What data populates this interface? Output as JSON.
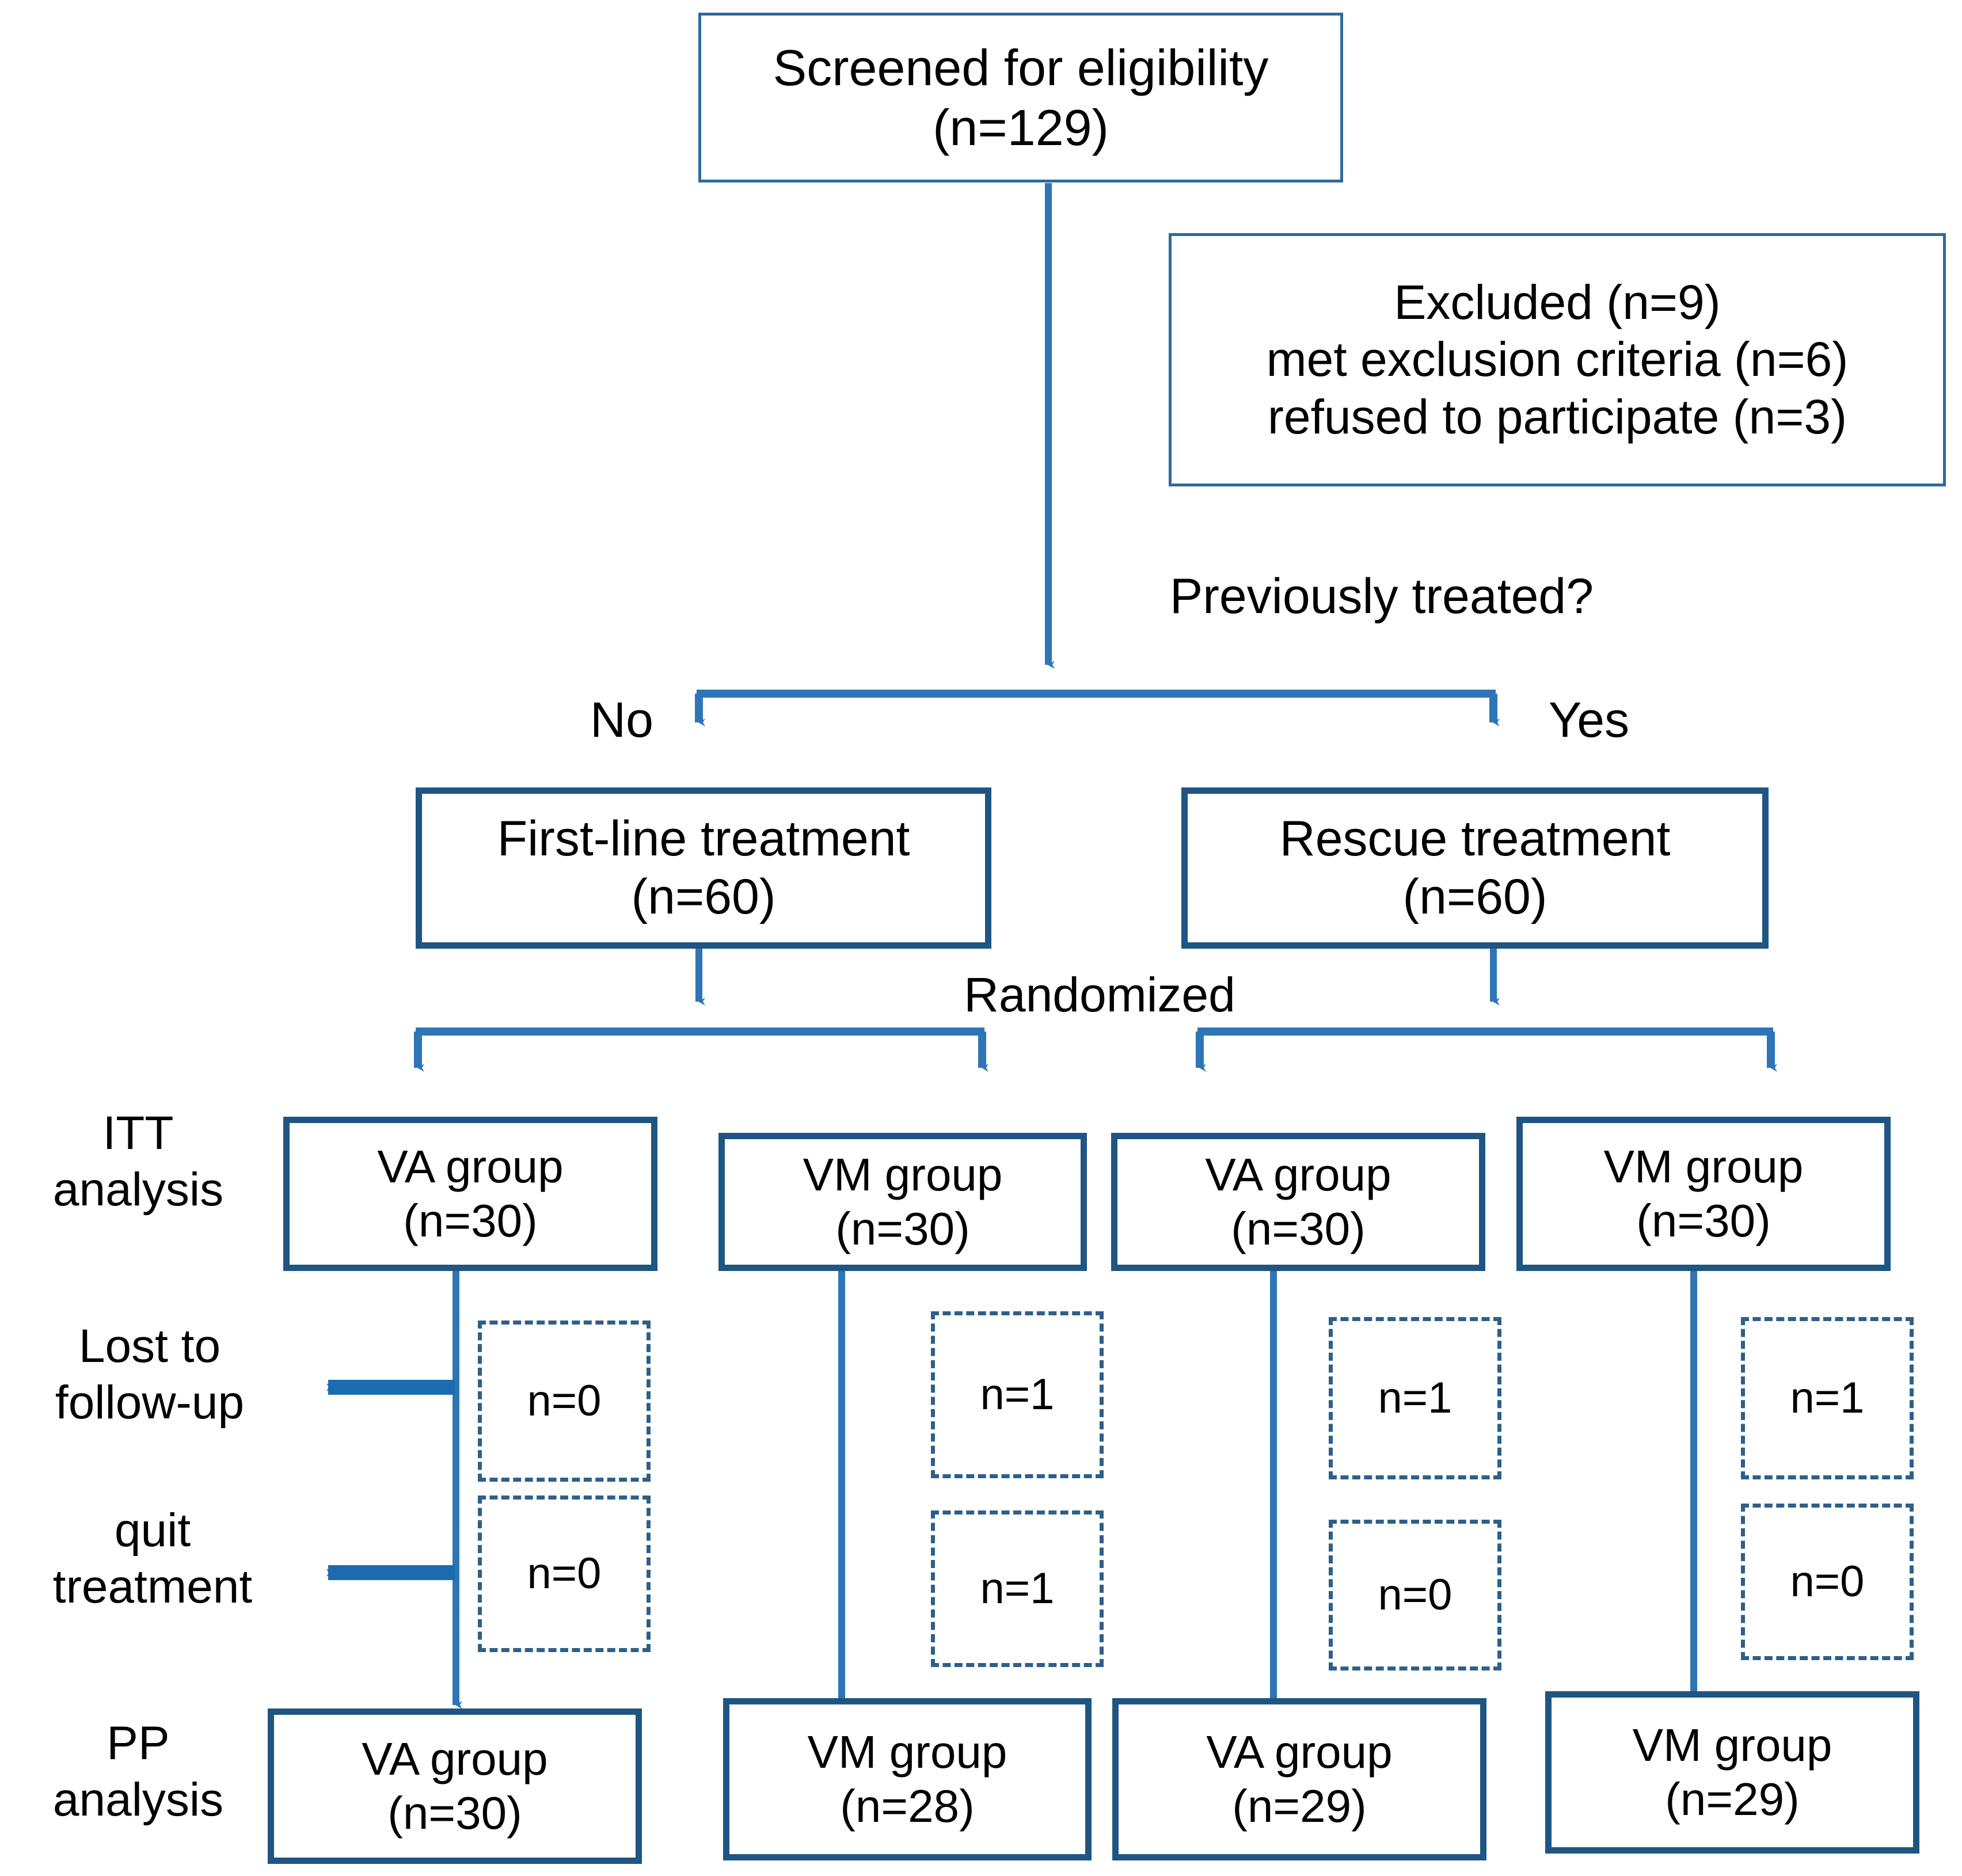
{
  "diagram": {
    "title": "CONSORT participant flow diagram",
    "colors": {
      "box_border_thin": "#2E6A9E",
      "box_border_thick": "#1F5582",
      "dashed_border": "#2E5F8A",
      "connector_line": "#2E75B6",
      "text": "#000000",
      "background": "#FFFFFF"
    }
  },
  "nodes": {
    "screened": {
      "line1": "Screened for eligibility",
      "line2": "(n=129)"
    },
    "excluded": {
      "line1": "Excluded (n=9)",
      "line2": "met exclusion criteria (n=6)",
      "line3": "refused to participate (n=3)"
    },
    "first_line": {
      "line1": "First-line treatment",
      "line2": "(n=60)"
    },
    "rescue": {
      "line1": "Rescue treatment",
      "line2": "(n=60)"
    },
    "itt": [
      {
        "line1": "VA group",
        "line2": "(n=30)"
      },
      {
        "line1": "VM group",
        "line2": "(n=30)"
      },
      {
        "line1": "VA group",
        "line2": "(n=30)"
      },
      {
        "line1": "VM group",
        "line2": "(n=30)"
      }
    ],
    "lost_followup": [
      {
        "value": "n=0"
      },
      {
        "value": "n=1"
      },
      {
        "value": "n=1"
      },
      {
        "value": "n=1"
      }
    ],
    "quit_treatment": [
      {
        "value": "n=0"
      },
      {
        "value": "n=1"
      },
      {
        "value": "n=0"
      },
      {
        "value": "n=0"
      }
    ],
    "pp": [
      {
        "line1": "VA group",
        "line2": "(n=30)"
      },
      {
        "line1": "VM group",
        "line2": "(n=28)"
      },
      {
        "line1": "VA group",
        "line2": "(n=29)"
      },
      {
        "line1": "VM group",
        "line2": "(n=29)"
      }
    ]
  },
  "labels": {
    "previously_treated": "Previously treated?",
    "branch_no": "No",
    "branch_yes": "Yes",
    "randomized": "Randomized",
    "itt_analysis": "ITT\nanalysis",
    "lost_to_followup": "Lost to\nfollow-up",
    "quit_treatment": "quit\ntreatment",
    "pp_analysis": "PP\nanalysis"
  }
}
